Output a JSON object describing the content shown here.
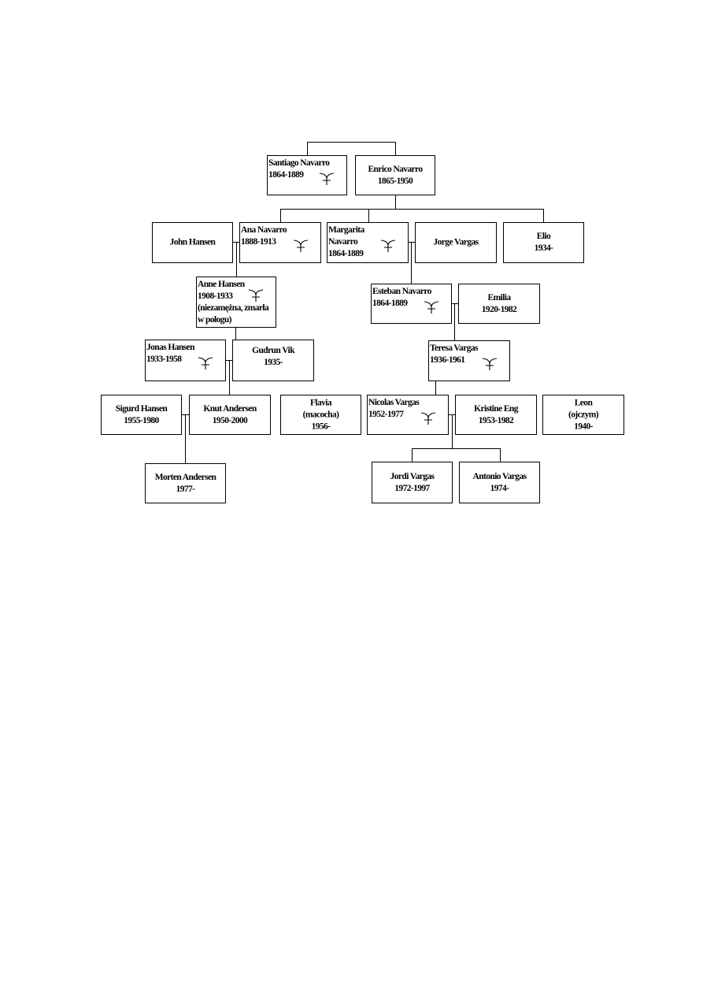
{
  "symbol": "death-cross-icon",
  "persons": {
    "santiago_navarro": {
      "lines": [
        "Santiago Navarro",
        "1864-1889"
      ],
      "deceased": true
    },
    "enrico_navarro": {
      "lines": [
        "Enrico Navarro",
        "1865-1950"
      ],
      "deceased": false
    },
    "john_hansen": {
      "lines": [
        "John Hansen"
      ],
      "deceased": false
    },
    "ana_navarro": {
      "lines": [
        "Ana Navarro",
        "1888-1913"
      ],
      "deceased": true
    },
    "margarita_navarro": {
      "lines": [
        "Margarita",
        "Navarro",
        "1864-1889"
      ],
      "deceased": true
    },
    "jorge_vargas": {
      "lines": [
        "Jorge Vargas"
      ],
      "deceased": false
    },
    "elio": {
      "lines": [
        "Elio",
        "1934-"
      ],
      "deceased": false
    },
    "anne_hansen": {
      "lines": [
        "Anne Hansen",
        "1908-1933",
        "(niezamężna, zmarła w połogu)"
      ],
      "deceased": true
    },
    "esteban_navarro": {
      "lines": [
        "Esteban Navarro",
        "1864-1889"
      ],
      "deceased": true
    },
    "emilia": {
      "lines": [
        "Emilia",
        "1920-1982"
      ],
      "deceased": false
    },
    "jonas_hansen": {
      "lines": [
        "Jonas Hansen",
        "1933-1958"
      ],
      "deceased": true
    },
    "gudrun_vik": {
      "lines": [
        "Gudrun Vik",
        "1935-"
      ],
      "deceased": false
    },
    "teresa_vargas": {
      "lines": [
        "Teresa Vargas",
        "1936-1961"
      ],
      "deceased": true
    },
    "sigurd_hansen": {
      "lines": [
        "Sigurd Hansen",
        "1955-1980"
      ],
      "deceased": false
    },
    "knut_andersen": {
      "lines": [
        "Knut Andersen",
        "1950-2000"
      ],
      "deceased": false
    },
    "flavia": {
      "lines": [
        "Flavia",
        "(macocha)",
        "1956-"
      ],
      "deceased": false
    },
    "nicolas_vargas": {
      "lines": [
        "Nicolas Vargas",
        "1952-1977"
      ],
      "deceased": true
    },
    "kristine_eng": {
      "lines": [
        "Kristine Eng",
        "1953-1982"
      ],
      "deceased": false
    },
    "leon": {
      "lines": [
        "Leon",
        "(ojczym)",
        "1940-"
      ],
      "deceased": false
    },
    "morten_andersen": {
      "lines": [
        "Morten Andersen",
        "1977-"
      ],
      "deceased": false
    },
    "jordi_vargas": {
      "lines": [
        "Jordi Vargas",
        "1972-1997"
      ],
      "deceased": false
    },
    "antonio_vargas": {
      "lines": [
        "Antonio Vargas",
        "1974-"
      ],
      "deceased": false
    }
  }
}
